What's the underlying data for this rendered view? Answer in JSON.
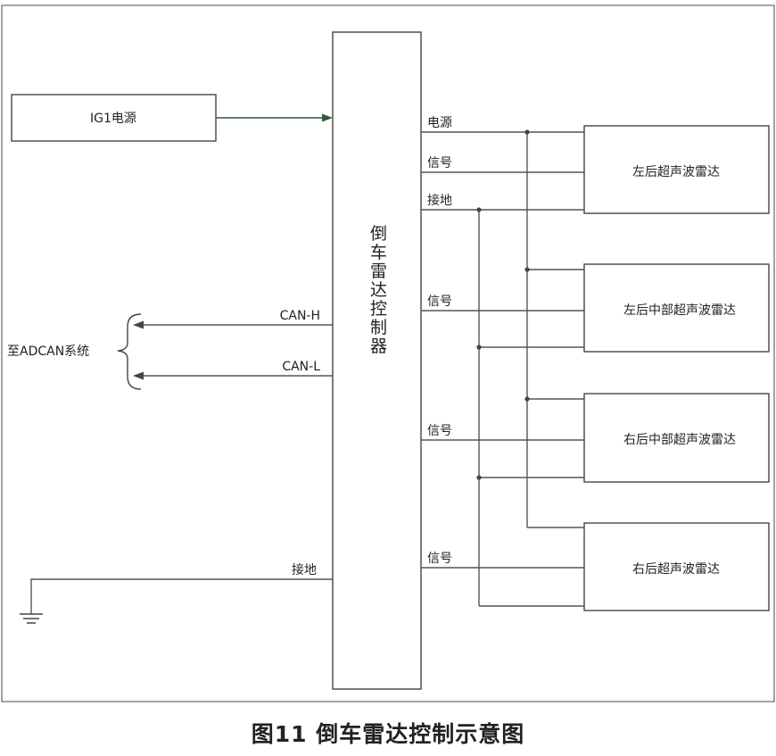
{
  "controller": {
    "label": "倒车雷达控制器"
  },
  "power_source": {
    "label": "IG1电源"
  },
  "adcan": {
    "label": "至ADCAN系统",
    "can_h": "CAN-H",
    "can_l": "CAN-L"
  },
  "ground_left": {
    "label": "接地"
  },
  "sensor_lines": {
    "power": "电源",
    "signal_1": "信号",
    "ground": "接地",
    "signal_2": "信号",
    "signal_3": "信号",
    "signal_4": "信号"
  },
  "sensors": [
    {
      "label": "左后超声波雷达"
    },
    {
      "label": "左后中部超声波雷达"
    },
    {
      "label": "右后中部超声波雷达"
    },
    {
      "label": "右后超声波雷达"
    }
  ],
  "caption": "图11  倒车雷达控制示意图",
  "colors": {
    "line": "#555555",
    "line_green": "#2e5a3a"
  }
}
